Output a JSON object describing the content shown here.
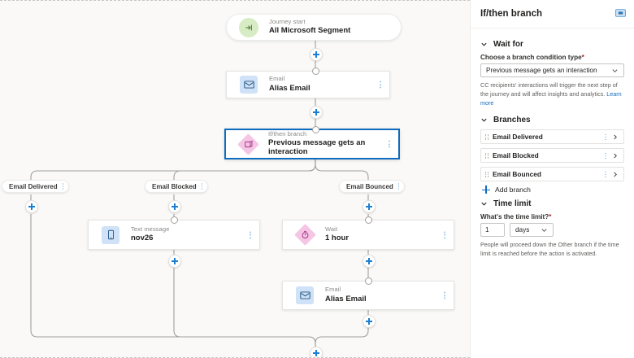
{
  "canvas": {
    "nodes": [
      {
        "id": "start",
        "kind": "Journey start",
        "title": "All Microsoft Segment",
        "icon": "journey-start-icon"
      },
      {
        "id": "email1",
        "kind": "Email",
        "title": "Alias Email",
        "icon": "email-icon"
      },
      {
        "id": "ifthen",
        "kind": "If/then branch",
        "title": "Previous message gets an interaction",
        "icon": "branch-icon"
      },
      {
        "id": "sms",
        "kind": "Text message",
        "title": "nov26",
        "icon": "text-message-icon"
      },
      {
        "id": "wait",
        "kind": "Wait",
        "title": "1 hour",
        "icon": "wait-clock-icon"
      },
      {
        "id": "email2",
        "kind": "Email",
        "title": "Alias Email",
        "icon": "email-icon"
      }
    ],
    "branch_pills": [
      {
        "id": "delivered",
        "label": "Email Delivered"
      },
      {
        "id": "blocked",
        "label": "Email Blocked"
      },
      {
        "id": "bounced",
        "label": "Email Bounced"
      }
    ]
  },
  "panel": {
    "title": "If/then branch",
    "collapse_icon": "collapse-panel-icon",
    "wait_for": {
      "section_label": "Wait for",
      "field_label": "Choose a branch condition type",
      "required_mark": "*",
      "selected_value": "Previous message gets an interaction",
      "help_text": "CC recipients' interactions will trigger the next step of the journey and will affect insights and analytics.",
      "help_link": "Learn more"
    },
    "branches": {
      "section_label": "Branches",
      "items": [
        {
          "label": "Email Delivered"
        },
        {
          "label": "Email Blocked"
        },
        {
          "label": "Email Bounced"
        }
      ],
      "add_label": "Add branch"
    },
    "time_limit": {
      "section_label": "Time limit",
      "field_label": "What's the time limit?",
      "required_mark": "*",
      "value": "1",
      "unit": "days",
      "help_text": "People will proceed down the Other branch if the time limit is reached before the action is activated."
    }
  },
  "colors": {
    "accent": "#0f6cbd",
    "selection": "#0f6cbd",
    "canvas_bg": "#faf9f8",
    "start_icon_bg": "#d7ecc4",
    "email_icon_bg": "#cfe2f7",
    "branch_icon_bg": "#f5c6e4",
    "required": "#a4262c"
  }
}
